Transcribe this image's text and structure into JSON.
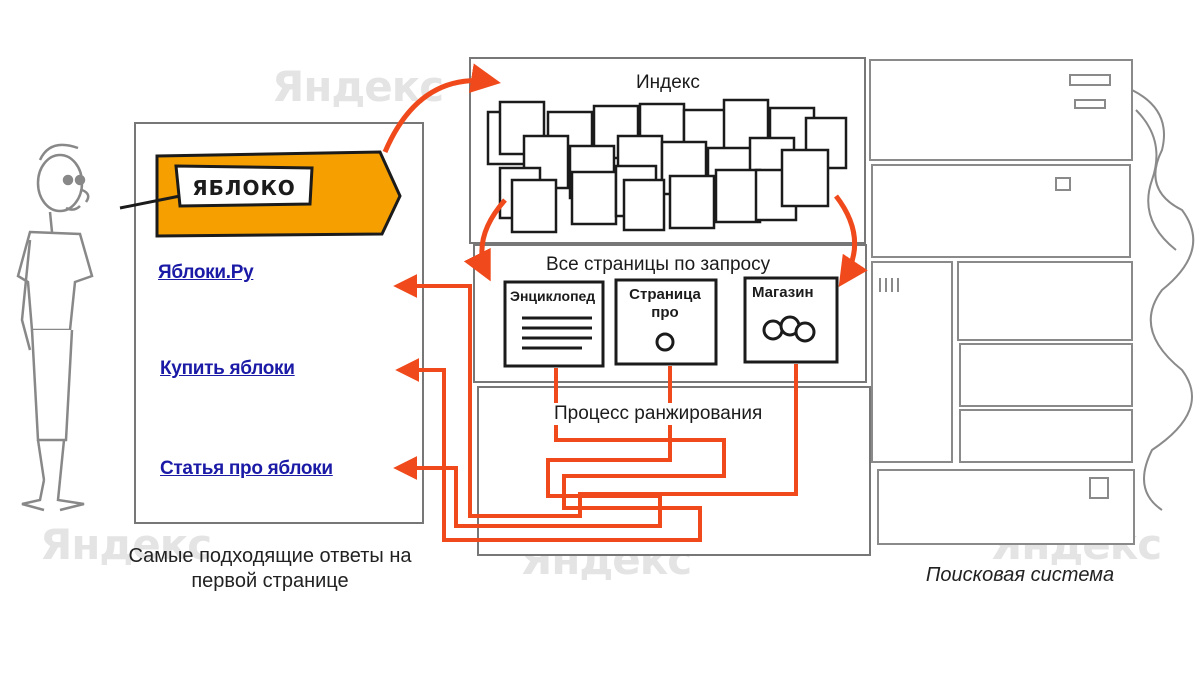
{
  "query": {
    "text": "ЯБЛОКО",
    "tag_color": "#f5a000"
  },
  "results": [
    {
      "label": "Яблоки.Ру"
    },
    {
      "label": "Купить яблоки"
    },
    {
      "label": "Статья про яблоки"
    }
  ],
  "captions": {
    "results_page": "Самые подходящие ответы на первой странице",
    "search_engine": "Поисковая система",
    "index": "Индекс",
    "all_pages": "Все страницы по запросу",
    "ranking": "Процесс ранжирования"
  },
  "found_pages": [
    {
      "label": "Энциклопед"
    },
    {
      "label": "Страница про"
    },
    {
      "label": "Магазин"
    }
  ],
  "watermark": "Яндекс",
  "colors": {
    "arrows": "#f04a1c",
    "links": "#1a1aa6",
    "ink": "#1b1b1b"
  }
}
